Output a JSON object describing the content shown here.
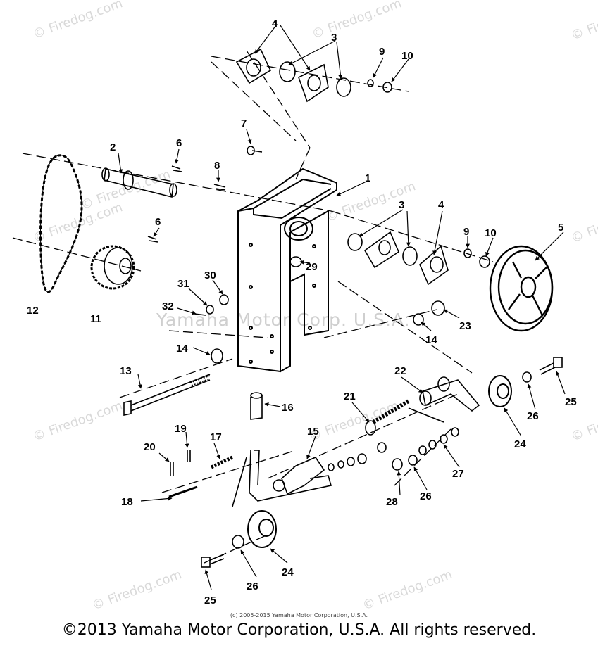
{
  "watermark": {
    "site": "© Firedog.com",
    "center": "Yamaha Motor Corp. U.S.A."
  },
  "labels": [
    "1",
    "2",
    "3",
    "3",
    "4",
    "4",
    "4",
    "5",
    "6",
    "6",
    "7",
    "8",
    "9",
    "9",
    "10",
    "10",
    "11",
    "12",
    "13",
    "14",
    "14",
    "15",
    "16",
    "17",
    "18",
    "19",
    "20",
    "21",
    "22",
    "23",
    "24",
    "24",
    "24",
    "25",
    "25",
    "25",
    "26",
    "26",
    "26",
    "27",
    "28",
    "29",
    "30",
    "31",
    "32"
  ],
  "small_copyright": "(c) 2005-2015 Yamaha Motor Corporation, U.S.A.",
  "footer": "©2013 Yamaha Motor Corporation, U.S.A. All rights reserved."
}
